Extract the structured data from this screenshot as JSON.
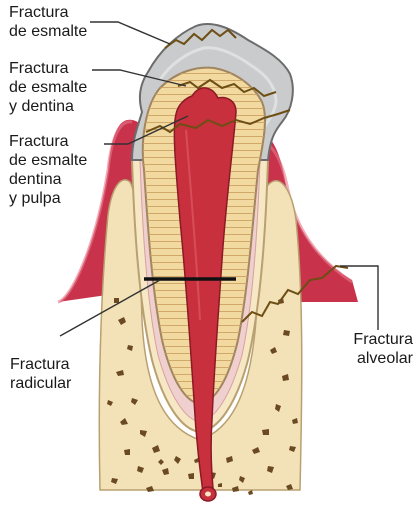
{
  "labels": {
    "enamel": [
      "Fractura",
      "de esmalte"
    ],
    "enamel_dentin": [
      "Fractura",
      "de esmalte",
      "y dentina"
    ],
    "enamel_dentin_pulp": [
      "Fractura",
      "de esmalte",
      "dentina",
      "y pulpa"
    ],
    "root": [
      "Fractura",
      "radicular"
    ],
    "alveolar": [
      "Fractura",
      "alveolar"
    ]
  },
  "colors": {
    "gum": "#c8324b",
    "bone": "#f3e2b8",
    "dentin": "#f1d9a0",
    "pulp": "#c8303e",
    "enamel": "#c9cbcc",
    "outline": "#a08560",
    "fracture": "#1a1a1a"
  }
}
